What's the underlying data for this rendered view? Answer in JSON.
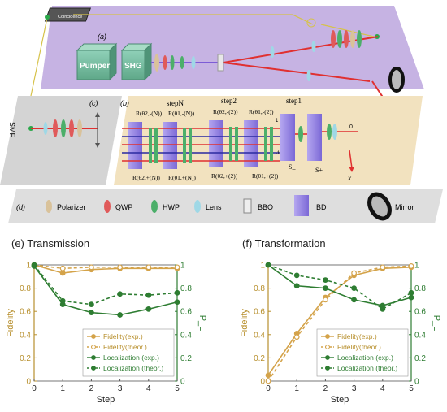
{
  "setup": {
    "panel_a_label": "(a)",
    "panel_b_label": "(b)",
    "panel_c_label": "(c)",
    "panel_d_label": "(d)",
    "coincidence_label": "Coincidence",
    "pumper_label": "Pumper",
    "shg_label": "SHG",
    "smf_label": "SMF",
    "step_n_label": "stepN",
    "step_2_label": "step2",
    "step_1_label": "step1",
    "s_minus_label": "S_",
    "s_plus_label": "S+",
    "x_axis_label": "x",
    "zero_label": "0",
    "one_label": "1",
    "minus_one_label": "-1",
    "rot_top": [
      "R(θ2,-(N))",
      "R(θ1,-(N))",
      "R(θ2,-(2))",
      "R(θ1,-(2))"
    ],
    "rot_bottom": [
      "R(θ2,+(N))",
      "R(θ1,+(N))",
      "R(θ2,+(2))",
      "R(θ1,+(2))"
    ]
  },
  "legend_d": {
    "items": [
      "Polarizer",
      "QWP",
      "HWP",
      "Lens",
      "BBO",
      "BD",
      "Mirror"
    ],
    "colors": {
      "polarizer": "#d9c29a",
      "qwp": "#e05a5a",
      "hwp": "#4caf6a",
      "lens": "#9fd8e6",
      "bbo": "#e8e8e8",
      "bd": "#8f7ee0",
      "mirror": "#111111"
    }
  },
  "chart_data": [
    {
      "type": "line",
      "title": "(e) Transmission",
      "xlabel": "Step",
      "ylabel_left": "Fidelity",
      "ylabel_right": "P_L",
      "x": [
        0,
        1,
        2,
        3,
        4,
        5
      ],
      "xlim": [
        0,
        5
      ],
      "ylim_left": [
        0,
        1
      ],
      "ylim_right": [
        0,
        1
      ],
      "ticks_left": [
        "0",
        "0.2",
        "0.4",
        "0.6",
        "0.8",
        "1"
      ],
      "ticks_right": [
        "0",
        "0.2",
        "0.4",
        "0.6",
        "0.8",
        "1"
      ],
      "ticks_x": [
        "0",
        "1",
        "2",
        "3",
        "4",
        "5"
      ],
      "series": [
        {
          "name": "Fidelity(exp.)",
          "axis": "left",
          "style": "solid",
          "marker": "circle-filled",
          "color": "#d4a34a",
          "values": [
            1.0,
            0.93,
            0.96,
            0.97,
            0.97,
            0.97
          ]
        },
        {
          "name": "Fidelity(theor.)",
          "axis": "left",
          "style": "dashed",
          "marker": "circle-open",
          "color": "#d4a34a",
          "values": [
            1.0,
            0.97,
            0.98,
            0.98,
            0.98,
            0.98
          ]
        },
        {
          "name": "Localization (exp.)",
          "axis": "right",
          "style": "solid",
          "marker": "circle-filled",
          "color": "#2e7d32",
          "values": [
            0.99,
            0.66,
            0.59,
            0.57,
            0.62,
            0.68
          ]
        },
        {
          "name": "Localization (theor.)",
          "axis": "right",
          "style": "dashed",
          "marker": "circle-filled",
          "color": "#2e7d32",
          "values": [
            1.0,
            0.69,
            0.66,
            0.75,
            0.74,
            0.76
          ]
        }
      ],
      "legend": "bottom-right"
    },
    {
      "type": "line",
      "title": "(f) Transformation",
      "xlabel": "Step",
      "ylabel_left": "Fidelity",
      "ylabel_right": "P_L",
      "x": [
        0,
        1,
        2,
        3,
        4,
        5
      ],
      "xlim": [
        0,
        5
      ],
      "ylim_left": [
        0,
        1
      ],
      "ylim_right": [
        0,
        1
      ],
      "ticks_left": [
        "0",
        "0.2",
        "0.4",
        "0.6",
        "0.8",
        "1"
      ],
      "ticks_right": [
        "0",
        "0.2",
        "0.4",
        "0.6",
        "0.8",
        "1"
      ],
      "ticks_x": [
        "0",
        "1",
        "2",
        "3",
        "4",
        "5"
      ],
      "series": [
        {
          "name": "Fidelity(exp.)",
          "axis": "left",
          "style": "solid",
          "marker": "circle-filled",
          "color": "#d4a34a",
          "values": [
            0.05,
            0.41,
            0.72,
            0.91,
            0.97,
            0.98
          ]
        },
        {
          "name": "Fidelity(theor.)",
          "axis": "left",
          "style": "dashed",
          "marker": "circle-open",
          "color": "#d4a34a",
          "values": [
            0.0,
            0.38,
            0.7,
            0.93,
            0.98,
            0.99
          ]
        },
        {
          "name": "Localization (exp.)",
          "axis": "right",
          "style": "solid",
          "marker": "circle-filled",
          "color": "#2e7d32",
          "values": [
            1.0,
            0.82,
            0.8,
            0.7,
            0.65,
            0.72
          ]
        },
        {
          "name": "Localization (theor.)",
          "axis": "right",
          "style": "dashed",
          "marker": "circle-filled",
          "color": "#2e7d32",
          "values": [
            1.0,
            0.91,
            0.87,
            0.8,
            0.62,
            0.76
          ]
        }
      ],
      "legend": "bottom-right"
    }
  ]
}
